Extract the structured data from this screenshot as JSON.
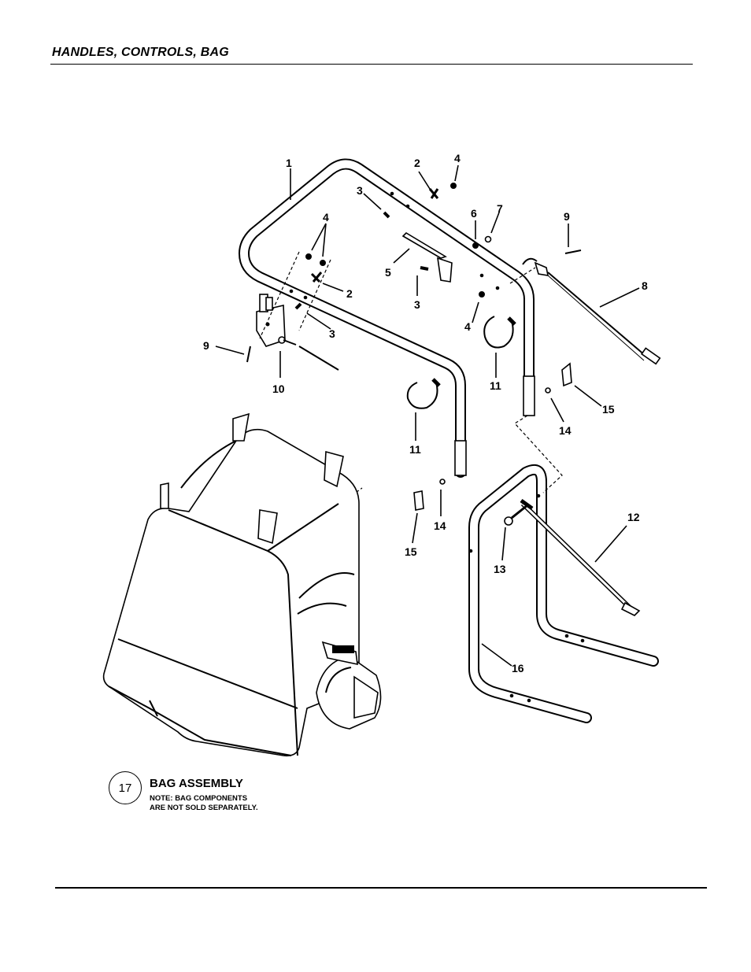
{
  "header": {
    "title": "HANDLES, CONTROLS, BAG"
  },
  "callouts": [
    {
      "id": "c-1",
      "text": "1"
    },
    {
      "id": "c-2a",
      "text": "2"
    },
    {
      "id": "c-4a",
      "text": "4"
    },
    {
      "id": "c-3a",
      "text": "3"
    },
    {
      "id": "c-6",
      "text": "6"
    },
    {
      "id": "c-7",
      "text": "7"
    },
    {
      "id": "c-9a",
      "text": "9"
    },
    {
      "id": "c-4b",
      "text": "4"
    },
    {
      "id": "c-5",
      "text": "5"
    },
    {
      "id": "c-8",
      "text": "8"
    },
    {
      "id": "c-2b",
      "text": "2"
    },
    {
      "id": "c-3b",
      "text": "3"
    },
    {
      "id": "c-3c",
      "text": "3"
    },
    {
      "id": "c-4c",
      "text": "4"
    },
    {
      "id": "c-9b",
      "text": "9"
    },
    {
      "id": "c-10",
      "text": "10"
    },
    {
      "id": "c-11a",
      "text": "11"
    },
    {
      "id": "c-11b",
      "text": "11"
    },
    {
      "id": "c-15a",
      "text": "15"
    },
    {
      "id": "c-14a",
      "text": "14"
    },
    {
      "id": "c-12",
      "text": "12"
    },
    {
      "id": "c-14b",
      "text": "14"
    },
    {
      "id": "c-15b",
      "text": "15"
    },
    {
      "id": "c-13",
      "text": "13"
    },
    {
      "id": "c-16",
      "text": "16"
    }
  ],
  "bag": {
    "number": "17",
    "title": "BAG ASSEMBLY",
    "note_line1": "NOTE: BAG COMPONENTS",
    "note_line2": "ARE NOT SOLD SEPARATELY."
  }
}
